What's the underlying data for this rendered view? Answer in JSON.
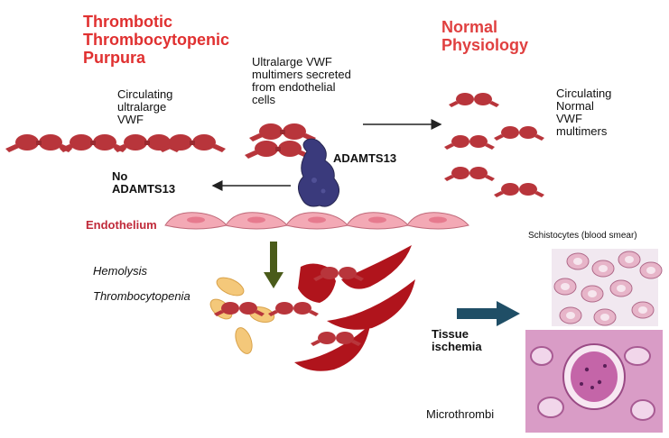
{
  "titles": {
    "ttp": "Thrombotic\nThrombocytopenic\nPurpura",
    "normal": "Normal\nPhysiology"
  },
  "labels": {
    "circulating_ultralarge": "Circulating\nultralarge\nVWF",
    "ultralarge_secreted": "Ultralarge VWF\nmultimers secreted\nfrom endothelial\ncells",
    "circulating_normal": "Circulating\nNormal\nVWF\nmultimers",
    "adamts13": "ADAMTS13",
    "no_adamts13": "No\nADAMTS13",
    "endothelium": "Endothelium",
    "hemolysis": "Hemolysis",
    "thrombocytopenia": "Thrombocytopenia",
    "schistocytes": "Schistocytes (blood smear)",
    "tissue_ischemia": "Tissue\nischemia",
    "microthrombi": "Microthrombi"
  },
  "colors": {
    "title_red": "#e03030",
    "vwf": "#b8353b",
    "adamts13": "#3a3a7c",
    "endothelium_cell": "#f3a9b5",
    "rbc": "#b0141c",
    "platelet": "#f4c87a",
    "arrow_olive": "#4a5b1a",
    "arrow_teal": "#1f4e66"
  },
  "icons": {
    "vwf_multimer": "vwf-multimer-icon",
    "adamts13": "adamts13-enzyme-icon",
    "endothelial_cell": "endothelial-cell-icon",
    "red_blood_cell": "red-blood-cell-icon",
    "schistocyte": "schistocyte-icon",
    "platelet": "platelet-icon"
  }
}
